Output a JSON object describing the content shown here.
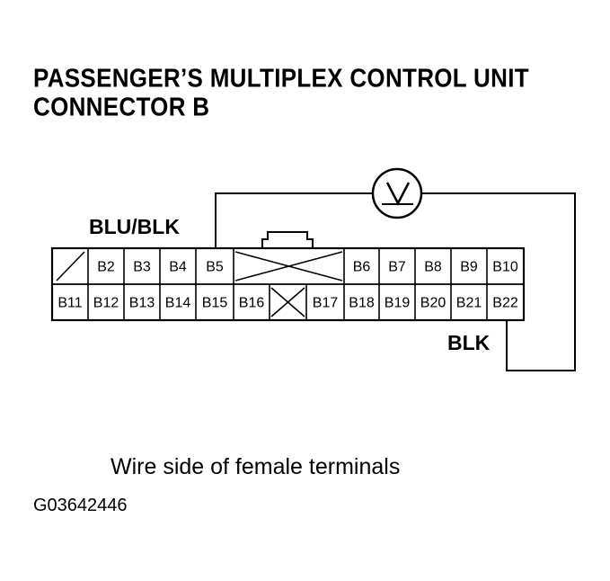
{
  "title": {
    "line1": "PASSENGER’S MULTIPLEX CONTROL UNIT",
    "line2": "CONNECTOR B"
  },
  "wires": {
    "left_label": "BLU/BLK",
    "right_label": "BLK"
  },
  "meter": {
    "symbol": "voltmeter-icon"
  },
  "connector": {
    "top_row": [
      "B2",
      "B3",
      "B4",
      "B5",
      "B6",
      "B7",
      "B8",
      "B9",
      "B10"
    ],
    "bottom_row": [
      "B11",
      "B12",
      "B13",
      "B14",
      "B15",
      "B16",
      "B17",
      "B18",
      "B19",
      "B20",
      "B21",
      "B22"
    ]
  },
  "caption": "Wire side of female terminals",
  "figure_id": "G03642446"
}
